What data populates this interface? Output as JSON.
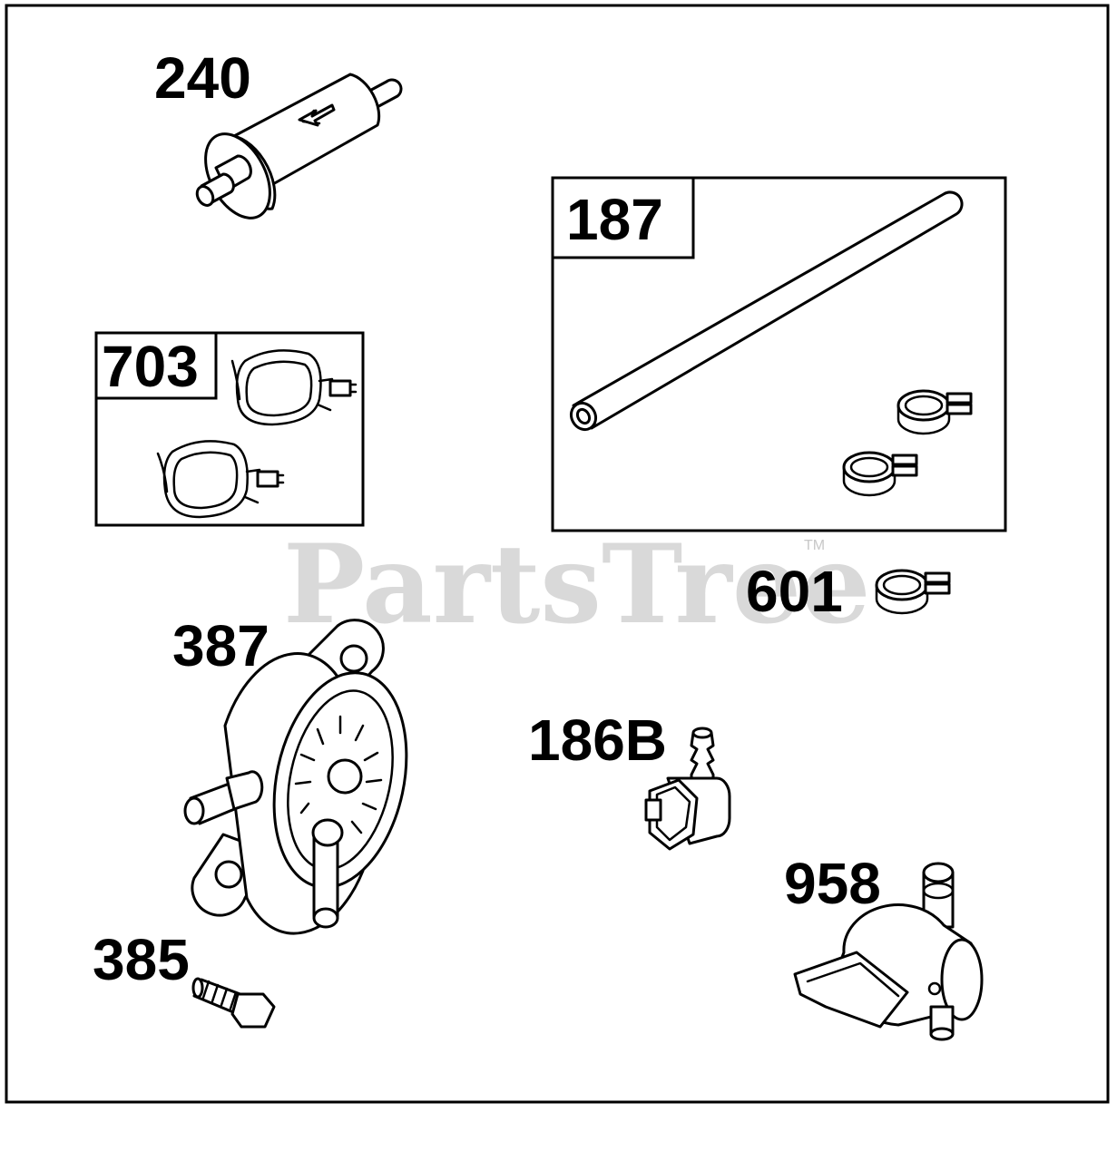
{
  "watermark": {
    "text": "PartsTree",
    "trademark": "TM"
  },
  "parts": [
    {
      "id": "240",
      "label": "240",
      "icon": "fuel-filter-icon"
    },
    {
      "id": "187",
      "label": "187",
      "icon": "fuel-line-kit-icon"
    },
    {
      "id": "703",
      "label": "703",
      "icon": "hose-clamp-pair-icon"
    },
    {
      "id": "601",
      "label": "601",
      "icon": "hose-clamp-icon"
    },
    {
      "id": "387",
      "label": "387",
      "icon": "fuel-pump-icon"
    },
    {
      "id": "186B",
      "label": "186B",
      "icon": "elbow-fitting-icon"
    },
    {
      "id": "958",
      "label": "958",
      "icon": "fuel-shutoff-valve-icon"
    },
    {
      "id": "385",
      "label": "385",
      "icon": "screw-icon"
    }
  ]
}
